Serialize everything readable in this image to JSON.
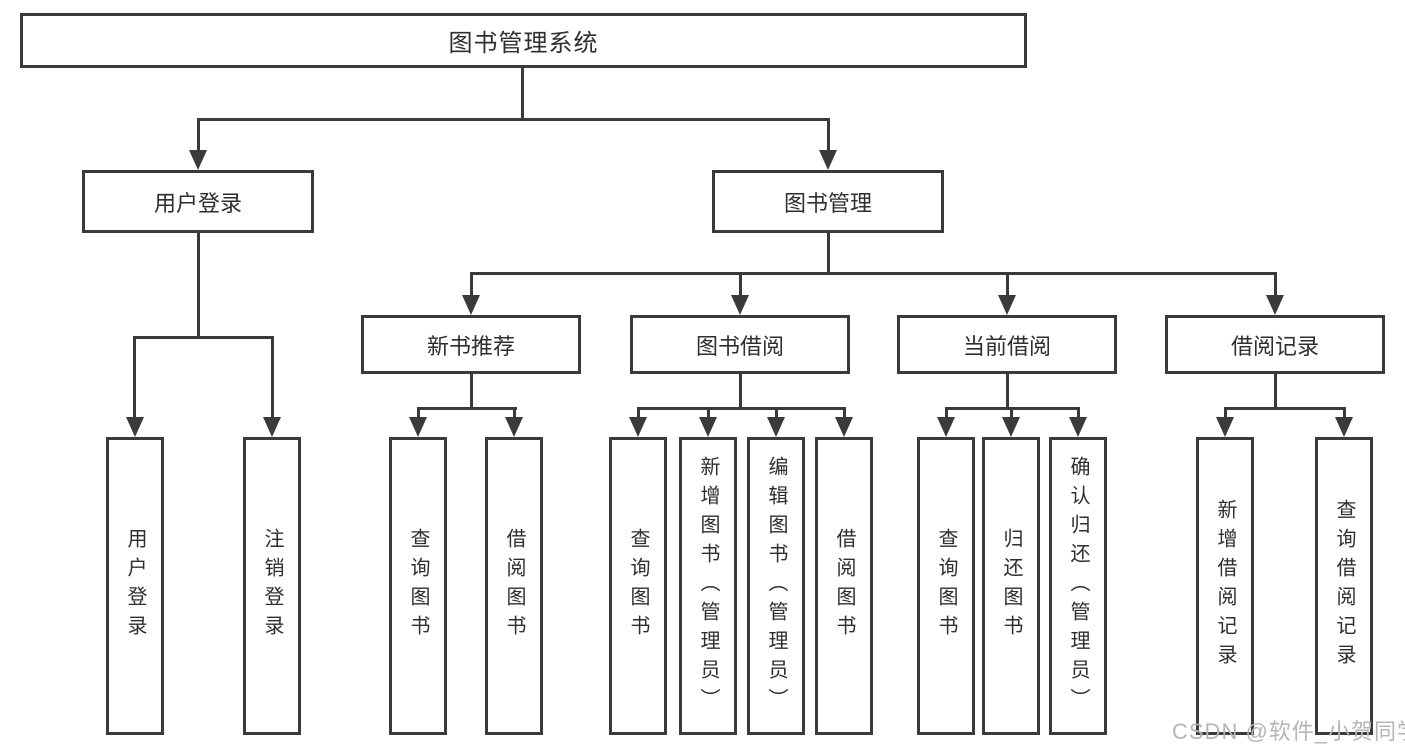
{
  "tree": {
    "root": {
      "label": "图书管理系统",
      "children": [
        {
          "label": "用户登录",
          "children": [
            {
              "label": "用户登录"
            },
            {
              "label": "注销登录"
            }
          ]
        },
        {
          "label": "图书管理",
          "children": [
            {
              "label": "新书推荐",
              "children": [
                {
                  "label": "查询图书"
                },
                {
                  "label": "借阅图书"
                }
              ]
            },
            {
              "label": "图书借阅",
              "children": [
                {
                  "label": "查询图书"
                },
                {
                  "label": "新增图书（管理员）"
                },
                {
                  "label": "编辑图书（管理员）"
                },
                {
                  "label": "借阅图书"
                }
              ]
            },
            {
              "label": "当前借阅",
              "children": [
                {
                  "label": "查询图书"
                },
                {
                  "label": "归还图书"
                },
                {
                  "label": "确认归还（管理员）"
                }
              ]
            },
            {
              "label": "借阅记录",
              "children": [
                {
                  "label": "新增借阅记录"
                },
                {
                  "label": "查询借阅记录"
                }
              ]
            }
          ]
        }
      ]
    }
  },
  "watermark": {
    "text": "CSDN @软件_小贺同学"
  },
  "colors": {
    "line": "#3a3a3a",
    "text": "#2e2e2e",
    "watermark": "#b5b5b5",
    "background": "#ffffff"
  }
}
